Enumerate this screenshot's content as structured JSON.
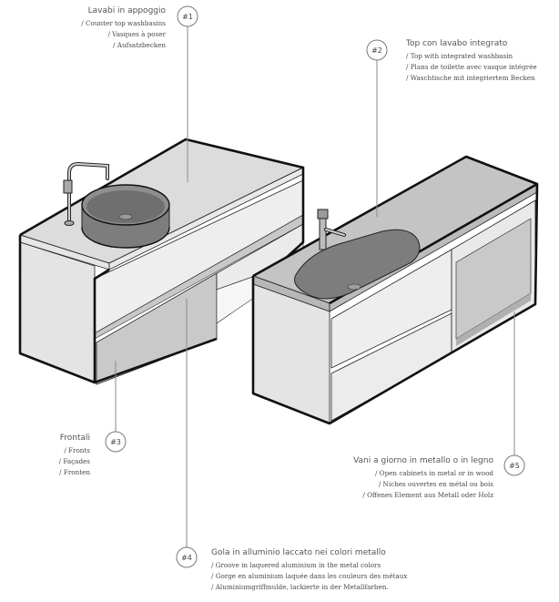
{
  "callouts": {
    "c1": {
      "number": "#1",
      "title": "Lavabi in appoggio",
      "lines": [
        "/ Counter top washbasins",
        "/ Vasques à poser",
        "/ Aufsatzbecken"
      ]
    },
    "c2": {
      "number": "#2",
      "title": "Top con lavabo integrato",
      "lines": [
        "/ Top with integrated washbasin",
        "/ Plans de toilette avec vasque intégrée",
        "/ Waschtische mit integriertem Becken"
      ]
    },
    "c3": {
      "number": "#3",
      "title": "Frontali",
      "lines": [
        "/ Fronts",
        "/ Façades",
        "/ Fronten"
      ]
    },
    "c4": {
      "number": "#4",
      "title": "Gola in alluminio laccato nei colori metallo",
      "lines": [
        "/ Groove in laquered aluminium in the metal colors",
        "/ Gorge en aluminium laquée dans les couleurs des métaux",
        "/ Aluminiumgriffmulde, lackierte in der Metallfarben."
      ]
    },
    "c5": {
      "number": "#5",
      "title": "Vani a giorno in metallo o in legno",
      "lines": [
        "/ Open cabinets in metal or in wood",
        "/ Niches ouvertes en métal ou bois",
        "/ Offenes Element aus Metall oder Holz"
      ]
    }
  },
  "colors": {
    "cabinet_light": "#ececec",
    "cabinet_side": "#e2e2e2",
    "top_surface": "#dddddd",
    "niche": "#c9c9c9",
    "basin": "#8a8a8a",
    "outline": "#111111"
  }
}
